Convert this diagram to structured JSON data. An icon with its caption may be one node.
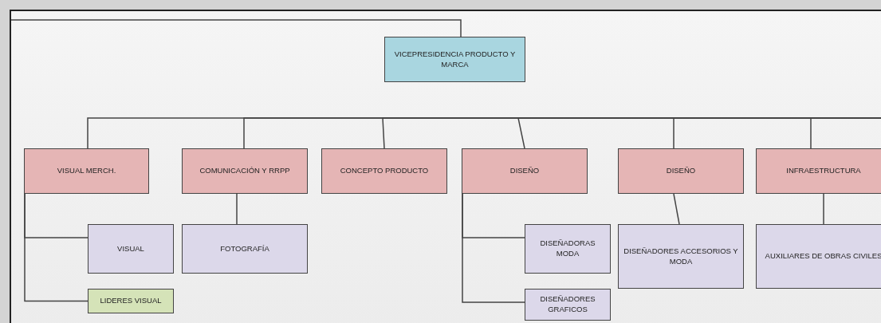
{
  "diagram": {
    "nodes": [
      {
        "text": [
          "VICEPRESIDENCIA PRODUCTO Y MARCA"
        ]
      },
      {
        "text": [
          "VISUAL MERCH."
        ]
      },
      {
        "text": [
          "COMUNICACIÓN Y RRPP"
        ]
      },
      {
        "text": [
          "CONCEPTO PRODUCTO"
        ]
      },
      {
        "text": [
          "DISEÑO"
        ]
      },
      {
        "text": [
          "DISEÑO"
        ]
      },
      {
        "text": [
          "INFRAESTRUCTURA"
        ]
      },
      {
        "text": [
          "VISUAL"
        ]
      },
      {
        "text": [
          "FOTOGRAFÍA"
        ]
      },
      {
        "text": [
          "DISEÑADORAS MODA"
        ]
      },
      {
        "text": [
          "DISEÑADORES ACCESORIOS Y MODA"
        ]
      },
      {
        "text": [
          "AUXILIARES DE OBRAS CIVILES"
        ]
      },
      {
        "text": [
          "LIDERES VISUAL"
        ]
      },
      {
        "text": [
          "DISEÑADORES GRAFICOS"
        ]
      }
    ],
    "edges": [
      {
        "from": null,
        "to": 0,
        "arrow": "none"
      },
      {
        "from": null,
        "to": 1,
        "arrow": "none"
      },
      {
        "from": null,
        "to": 2,
        "arrow": "none"
      },
      {
        "from": null,
        "to": 3,
        "arrow": "none"
      },
      {
        "from": null,
        "to": 4,
        "arrow": "none"
      },
      {
        "from": null,
        "to": 5,
        "arrow": "none"
      },
      {
        "from": null,
        "to": 6,
        "arrow": "none"
      },
      {
        "from": 1,
        "to": 7,
        "arrow": "none"
      },
      {
        "from": 1,
        "to": 12,
        "arrow": "none"
      },
      {
        "from": 2,
        "to": 8,
        "arrow": "none"
      },
      {
        "from": 4,
        "to": 9,
        "arrow": "none"
      },
      {
        "from": 4,
        "to": 13,
        "arrow": "none"
      },
      {
        "from": 5,
        "to": 10,
        "arrow": "none"
      },
      {
        "from": 6,
        "to": 11,
        "arrow": "none"
      }
    ]
  }
}
